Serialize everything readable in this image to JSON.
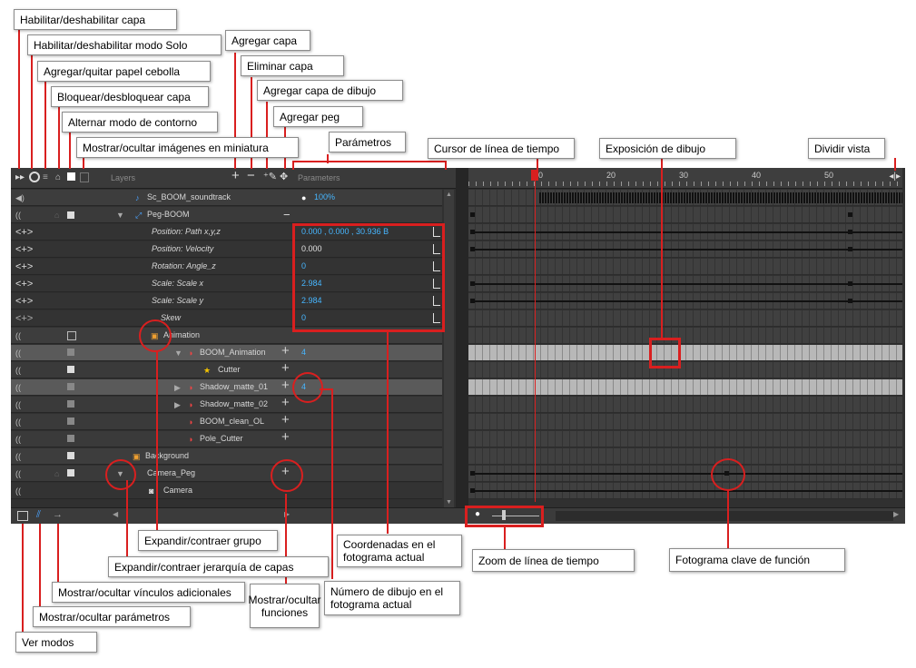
{
  "callouts": {
    "toggle_layer": "Habilitar/deshabilitar capa",
    "solo_mode": "Habilitar/deshabilitar modo Solo",
    "onion_skin": "Agregar/quitar papel cebolla",
    "lock_layer": "Bloquear/desbloquear capa",
    "outline_mode": "Alternar modo de contorno",
    "thumbnails": "Mostrar/ocultar imágenes en miniatura",
    "add_layer": "Agregar capa",
    "delete_layer": "Eliminar capa",
    "add_drawing_layer": "Agregar capa de dibujo",
    "add_peg": "Agregar peg",
    "parameters": "Parámetros",
    "timeline_cursor": "Cursor de línea de tiempo",
    "drawing_exposure": "Exposición de dibujo",
    "split_view": "Dividir vista",
    "expand_group": "Expandir/contraer grupo",
    "expand_hierarchy": "Expandir/contraer jerarquía de capas",
    "extra_links": "Mostrar/ocultar vínculos adicionales",
    "show_params": "Mostrar/ocultar parámetros",
    "view_modes": "Ver modos",
    "show_functions": "Mostrar/ocultar funciones",
    "coords": "Coordenadas en el fotograma actual",
    "drawing_number": "Número de dibujo en el fotograma actual",
    "timeline_zoom": "Zoom de línea de tiempo",
    "function_keyframe": "Fotograma clave de función"
  },
  "panel": {
    "layers_header": "Layers",
    "params_header": "Parameters",
    "ruler_ticks": [
      "10",
      "20",
      "30",
      "40",
      "50"
    ],
    "layers": [
      {
        "name": "Sc_BOOM_soundtrack",
        "value": "100%"
      },
      {
        "name": "Peg-BOOM",
        "value": ""
      },
      {
        "name": "Position: Path x,y,z",
        "value": "0.000 , 0.000 , 30.936 B"
      },
      {
        "name": "Position: Velocity",
        "value": "0.000"
      },
      {
        "name": "Rotation: Angle_z",
        "value": "0"
      },
      {
        "name": "Scale: Scale x",
        "value": "2.984"
      },
      {
        "name": "Scale: Scale y",
        "value": "2.984"
      },
      {
        "name": "Skew",
        "value": "0"
      },
      {
        "name": "Animation",
        "value": ""
      },
      {
        "name": "BOOM_Animation",
        "value": "4"
      },
      {
        "name": "Cutter",
        "value": ""
      },
      {
        "name": "Shadow_matte_01",
        "value": "4"
      },
      {
        "name": "Shadow_matte_02",
        "value": ""
      },
      {
        "name": "BOOM_clean_OL",
        "value": ""
      },
      {
        "name": "Pole_Cutter",
        "value": ""
      },
      {
        "name": "Background",
        "value": ""
      },
      {
        "name": "Camera_Peg",
        "value": ""
      },
      {
        "name": "Camera",
        "value": ""
      }
    ]
  }
}
